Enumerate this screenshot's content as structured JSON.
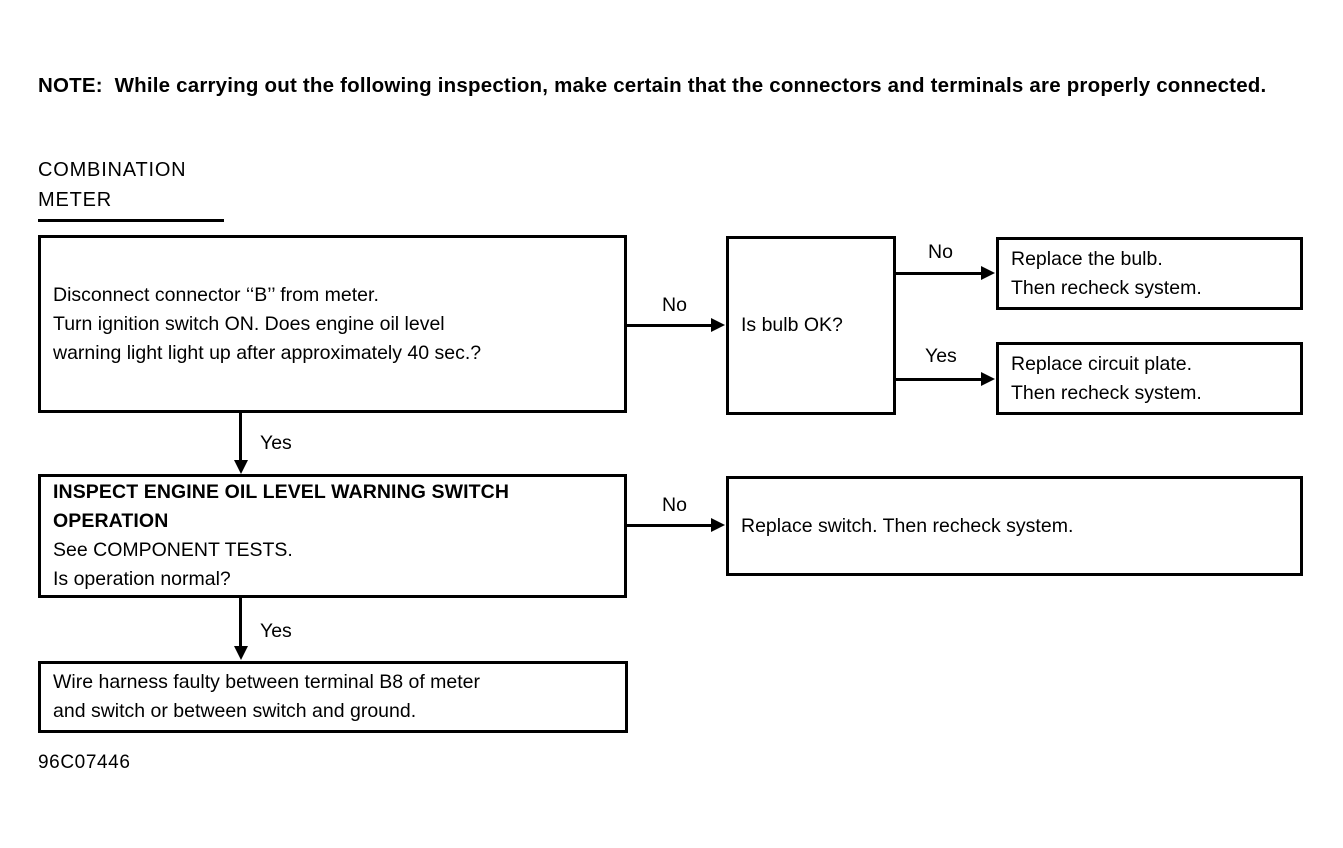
{
  "note": {
    "text": "NOTE:  While carrying out the following inspection, make certain that the connectors and terminals are properly connected."
  },
  "section": {
    "line1": "COMBINATION",
    "line2": "METER"
  },
  "footer": {
    "code": "96C07446"
  },
  "flow": {
    "step1": {
      "line1": "Disconnect connector ‘‘B’’ from meter.",
      "line2": "Turn ignition switch ON. Does engine oil level",
      "line3": "warning light light up after approximately 40 sec.?"
    },
    "bulb_check": {
      "text": "Is bulb OK?"
    },
    "replace_bulb": {
      "line1": "Replace the bulb.",
      "line2": "Then recheck system."
    },
    "replace_circuit_plate": {
      "line1": "Replace circuit plate.",
      "line2": "Then recheck system."
    },
    "step2": {
      "line1": "INSPECT ENGINE OIL LEVEL WARNING SWITCH",
      "line2": "OPERATION",
      "line3": "See COMPONENT TESTS.",
      "line4": "Is operation normal?"
    },
    "replace_switch": {
      "text": "Replace switch. Then recheck system."
    },
    "wire_harness": {
      "line1": "Wire harness faulty between terminal B8 of meter",
      "line2": "and switch or between switch and ground."
    },
    "labels": {
      "step1_no": "No",
      "step1_yes": "Yes",
      "bulb_no": "No",
      "bulb_yes": "Yes",
      "step2_no": "No",
      "step2_yes": "Yes"
    }
  }
}
